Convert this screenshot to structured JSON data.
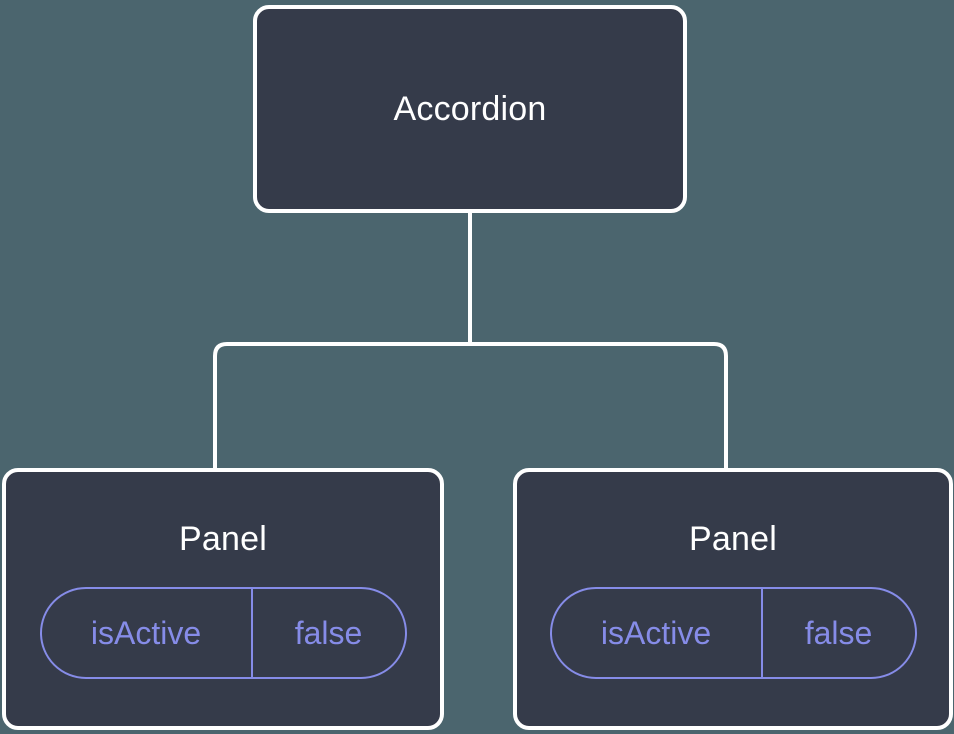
{
  "canvas": {
    "background_color": "#4b656e",
    "node_fill_color": "#353b4a",
    "node_border_color": "#ffffff",
    "edge_color": "#ffffff",
    "attribute_color": "#868ce8",
    "title_color": "#ffffff"
  },
  "tree": {
    "root": {
      "title": "Accordion"
    },
    "children": [
      {
        "title": "Panel",
        "attribute": {
          "key": "isActive",
          "value": "false"
        }
      },
      {
        "title": "Panel",
        "attribute": {
          "key": "isActive",
          "value": "false"
        }
      }
    ]
  }
}
